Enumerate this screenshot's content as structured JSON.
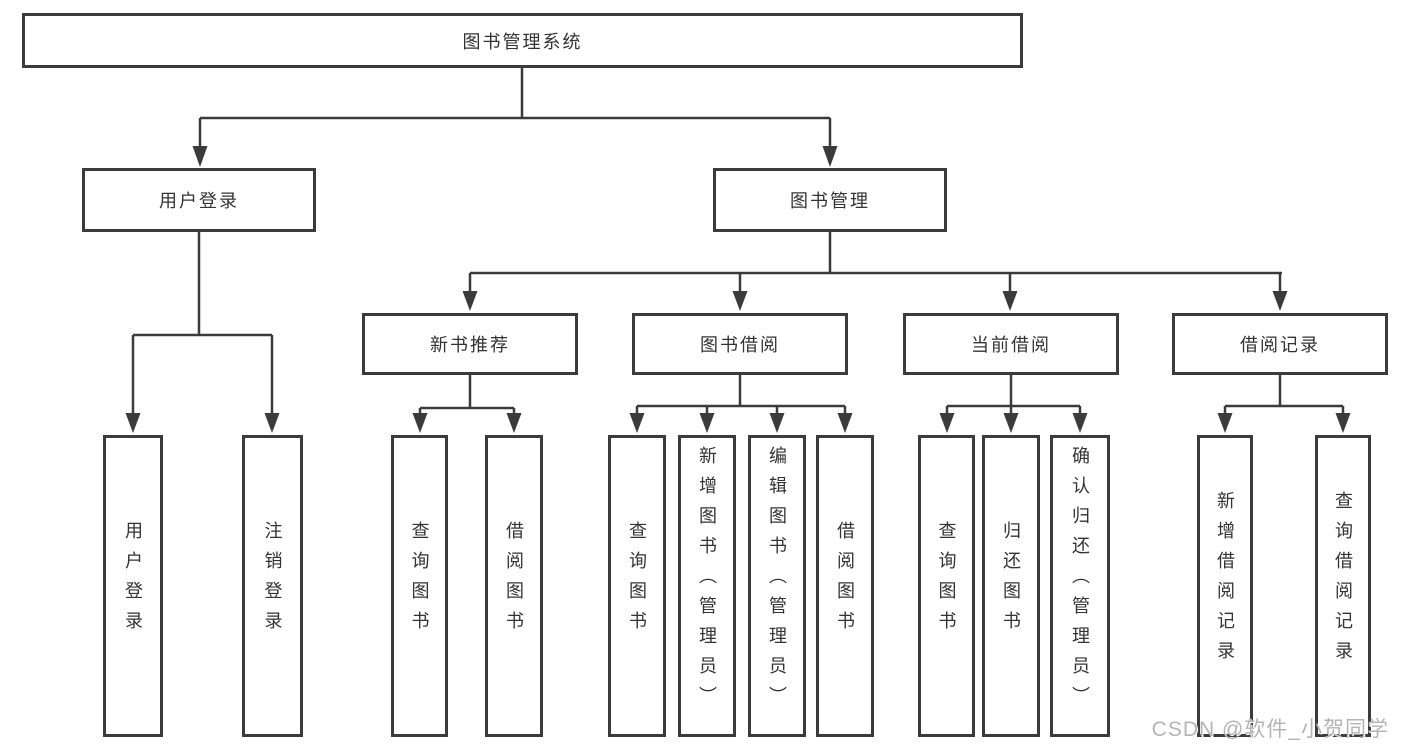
{
  "diagram": {
    "root": {
      "label": "图书管理系统"
    },
    "level1": [
      {
        "label": "用户登录",
        "children": [
          {
            "label": "用户登录"
          },
          {
            "label": "注销登录"
          }
        ]
      },
      {
        "label": "图书管理",
        "children": [
          {
            "label": "新书推荐",
            "children": [
              {
                "label": "查询图书"
              },
              {
                "label": "借阅图书"
              }
            ]
          },
          {
            "label": "图书借阅",
            "children": [
              {
                "label": "查询图书"
              },
              {
                "label": "新增图书（管理员）"
              },
              {
                "label": "编辑图书（管理员）"
              },
              {
                "label": "借阅图书"
              }
            ]
          },
          {
            "label": "当前借阅",
            "children": [
              {
                "label": "查询图书"
              },
              {
                "label": "归还图书"
              },
              {
                "label": "确认归还（管理员）"
              }
            ]
          },
          {
            "label": "借阅记录",
            "children": [
              {
                "label": "新增借阅记录"
              },
              {
                "label": "查询借阅记录"
              }
            ]
          }
        ]
      }
    ]
  },
  "watermark": {
    "text": "CSDN @软件_小贺同学"
  },
  "colors": {
    "line": "#3b3b3b",
    "box_border": "#3b3b3b",
    "text": "#333333",
    "background": "#ffffff",
    "watermark": "#b4b4b4"
  }
}
